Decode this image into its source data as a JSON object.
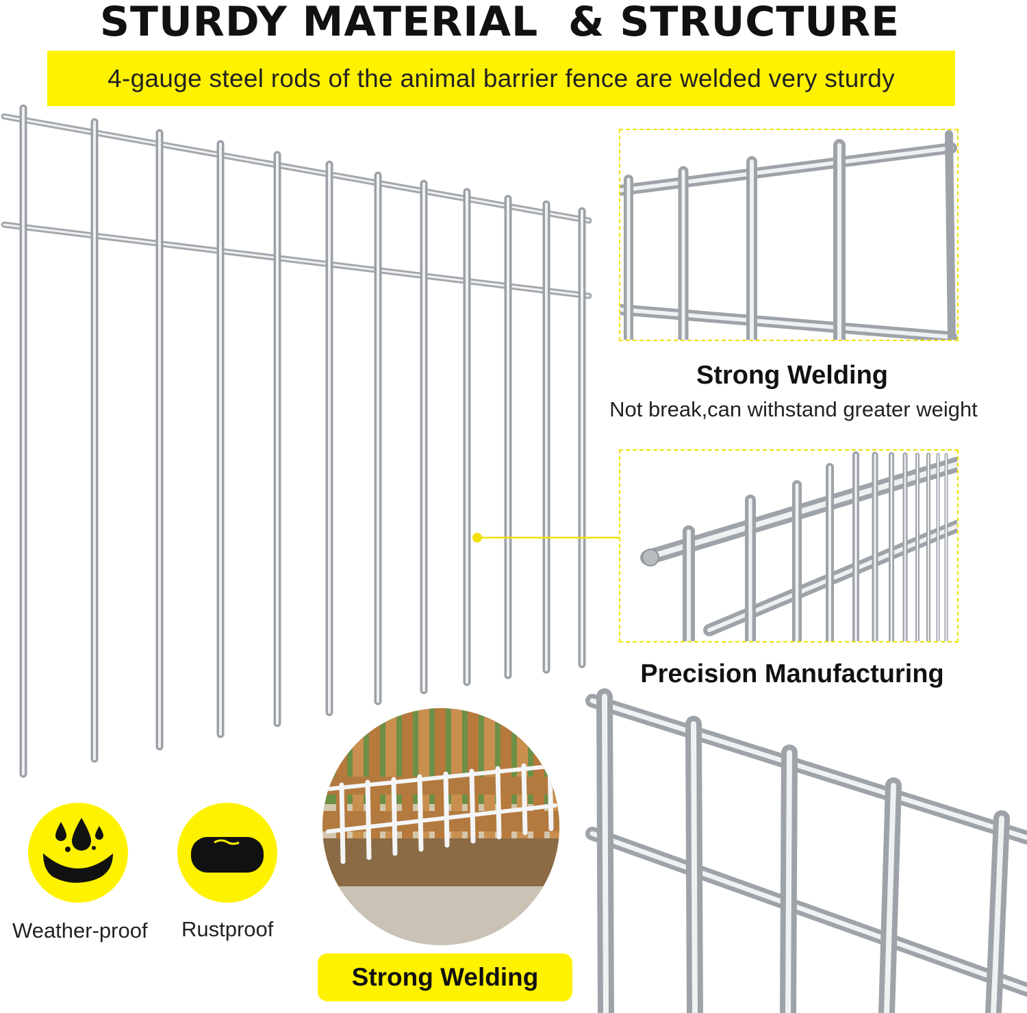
{
  "header": {
    "title": "STURDY MATERIAL  & STRUCTURE",
    "subtitle": "4-gauge steel rods of the animal barrier fence are welded very sturdy"
  },
  "features": {
    "welding": {
      "title": "Strong Welding",
      "description": "Not break,can withstand greater weight"
    },
    "precision": {
      "title": "Precision Manufacturing"
    }
  },
  "badges": [
    {
      "label": "Weather-proof",
      "icon": "water-drops-icon"
    },
    {
      "label": "Rustproof",
      "icon": "rust-free-bar-icon"
    }
  ],
  "photo_caption": "Strong Welding",
  "colors": {
    "accent": "#fff200",
    "steel": "#c9ccd0",
    "text": "#111111"
  }
}
